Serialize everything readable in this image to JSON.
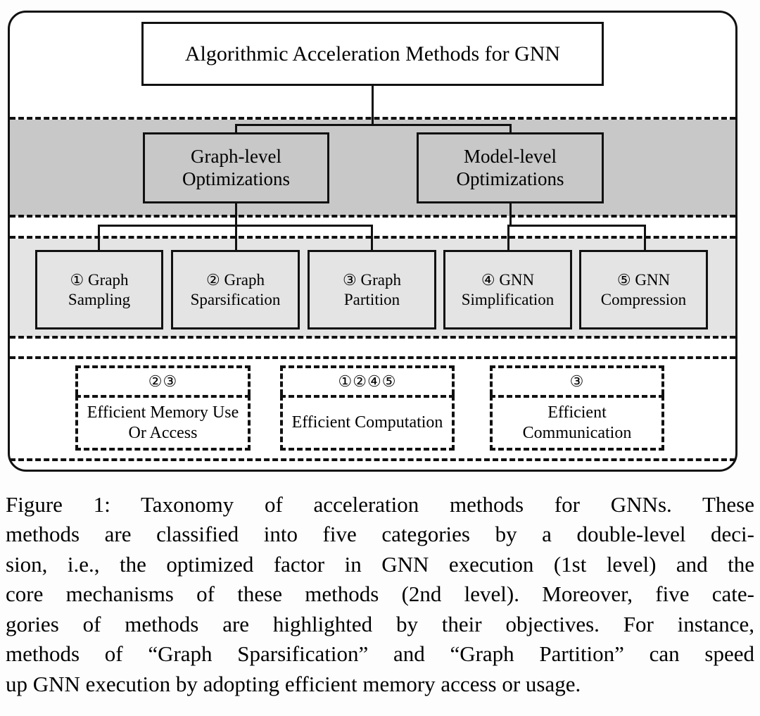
{
  "figure": {
    "root": {
      "label": "Algorithmic Acceleration Methods for GNN"
    },
    "level1": [
      {
        "label": "Graph-level\nOptimizations",
        "line1": "Graph-level",
        "line2": "Optimizations"
      },
      {
        "label": "Model-level\nOptimizations",
        "line1": "Model-level",
        "line2": "Optimizations"
      }
    ],
    "level2": [
      {
        "num": "①",
        "line1": "Graph",
        "line2": "Sampling"
      },
      {
        "num": "②",
        "line1": "Graph",
        "line2": "Sparsification"
      },
      {
        "num": "③",
        "line1": "Graph",
        "line2": "Partition"
      },
      {
        "num": "④",
        "line1": "GNN",
        "line2": "Simplification"
      },
      {
        "num": "⑤",
        "line1": "GNN",
        "line2": "Compression"
      }
    ],
    "objectives": [
      {
        "tags": "②③",
        "line1": "Efficient Memory",
        "line2": "Use Or Access"
      },
      {
        "tags": "①②④⑤",
        "line1": "Efficient",
        "line2": "Computation"
      },
      {
        "tags": "③",
        "line1": "Efficient",
        "line2": "Communication"
      }
    ],
    "colors": {
      "band_level1": "#c8c8c8",
      "band_level2": "#e4e4e4",
      "stroke": "#111111",
      "page": "#fdfdfd"
    }
  },
  "caption": {
    "line1": "Figure 1:  Taxonomy of acceleration methods for GNNs.  These",
    "line2": "methods are classified into five categories by a double-level deci-",
    "line3": "sion, i.e., the optimized factor in GNN execution (1st level) and the",
    "line4": "core mechanisms of these methods (2nd level). Moreover, five cate-",
    "line5": "gories of methods are highlighted by their objectives.  For instance,",
    "line6": "methods of “Graph Sparsification” and “Graph Partition” can speed",
    "line7": "up GNN execution by adopting efficient memory access or usage."
  }
}
